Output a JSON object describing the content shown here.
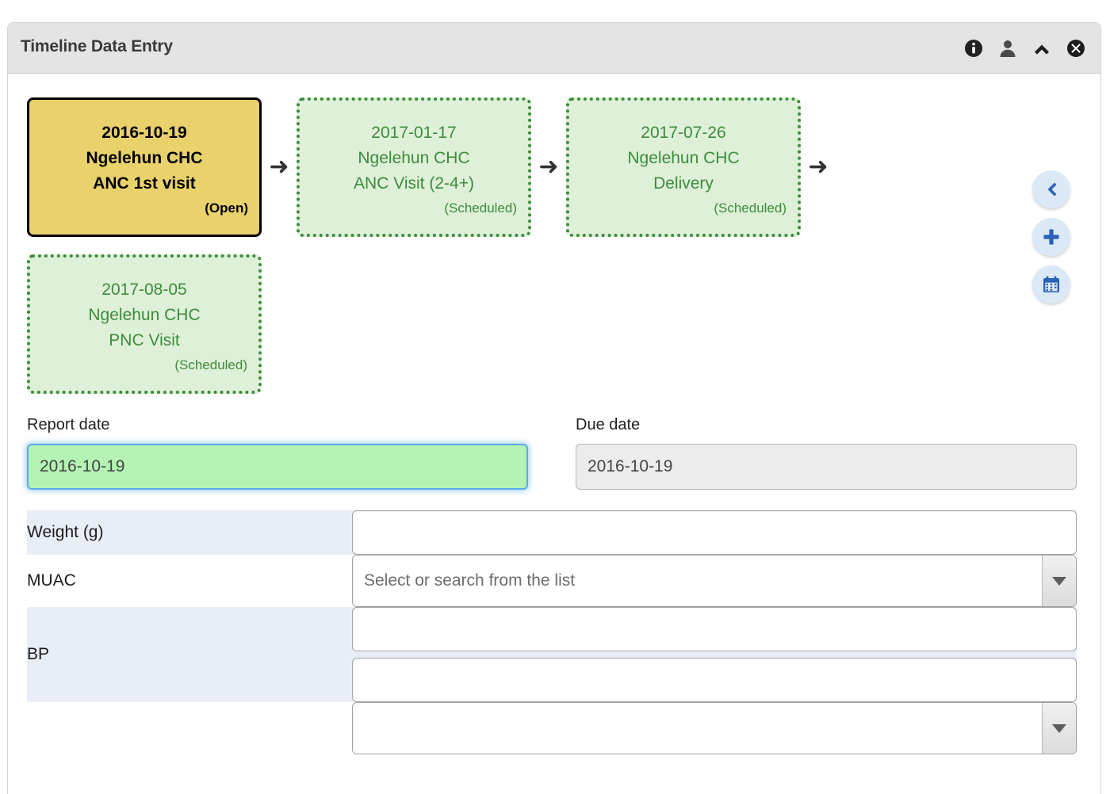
{
  "panel": {
    "title": "Timeline Data Entry",
    "header_icons": [
      {
        "name": "info-icon",
        "label": "Info"
      },
      {
        "name": "person-icon",
        "label": "Profile"
      },
      {
        "name": "chevron-up-icon",
        "label": "Collapse"
      },
      {
        "name": "close-icon",
        "label": "Close"
      }
    ]
  },
  "timeline": {
    "arrow_glyph": "➜",
    "events": [
      {
        "date": "2016-10-19",
        "org_unit": "Ngelehun CHC",
        "program_stage": "ANC 1st visit",
        "status": "(Open)",
        "state": "open"
      },
      {
        "date": "2017-01-17",
        "org_unit": "Ngelehun CHC",
        "program_stage": "ANC Visit (2-4+)",
        "status": "(Scheduled)",
        "state": "scheduled"
      },
      {
        "date": "2017-07-26",
        "org_unit": "Ngelehun CHC",
        "program_stage": "Delivery",
        "status": "(Scheduled)",
        "state": "scheduled"
      },
      {
        "date": "2017-08-05",
        "org_unit": "Ngelehun CHC",
        "program_stage": "PNC Visit",
        "status": "(Scheduled)",
        "state": "scheduled"
      }
    ]
  },
  "actions": [
    {
      "name": "back-button",
      "icon": "chevron-left-icon",
      "label": "Back"
    },
    {
      "name": "add-event-button",
      "icon": "plus-icon",
      "label": "Add"
    },
    {
      "name": "schedule-button",
      "icon": "calendar-icon",
      "label": "Schedule"
    }
  ],
  "dates": {
    "report": {
      "label": "Report date",
      "value": "2016-10-19"
    },
    "due": {
      "label": "Due date",
      "value": "2016-10-19"
    }
  },
  "form": {
    "select_placeholder": "Select or search from the list",
    "rows": [
      {
        "label": "Weight (g)",
        "type": "text",
        "value": "",
        "inputs": 1
      },
      {
        "label": "MUAC",
        "type": "select",
        "value": ""
      },
      {
        "label": "BP",
        "type": "text",
        "value": "",
        "inputs": 2
      },
      {
        "label": "",
        "type": "select",
        "value": ""
      }
    ]
  },
  "colors": {
    "open_card_bg": "#e9d16c",
    "scheduled_card_bg": "#dff0d8",
    "scheduled_card_border": "#3c8c3c",
    "report_date_bg": "#b4f3b4",
    "focus_border": "#5babe8",
    "action_btn_bg": "#dbe9f7",
    "action_btn_fg": "#2a62b8",
    "row_alt_bg": "#e9eef6",
    "header_bg": "#e4e4e4"
  }
}
